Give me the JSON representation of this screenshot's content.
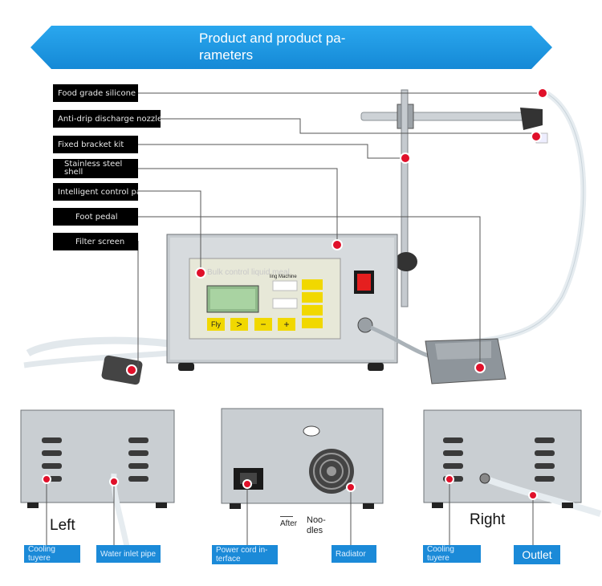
{
  "banner": {
    "title": "Product and product pa-\nrameters",
    "color": "#1b9be6"
  },
  "labels": {
    "silicone_tube": "Food grade silicone tube",
    "nozzle": "Anti-drip discharge nozzle",
    "bracket": "Fixed bracket kit",
    "shell": "Stainless steel shell",
    "control_panel": "Intelligent control panel",
    "pedal": "Foot pedal",
    "filter": "Filter screen"
  },
  "panel": {
    "title": "Bulk control liquid meal",
    "subtitle": "ling Machine",
    "btn_left": "Fly",
    "btn_next": ">",
    "btn_minus": "−",
    "btn_plus": "+"
  },
  "bottom": {
    "left_title": "Left",
    "right_title": "Right",
    "after_text": "After",
    "noodles_text": "Noo-\ndles",
    "cooling_left": "Cooling tuyere",
    "water_inlet": "Water inlet pipe",
    "power_cord": "Power cord in-\nterface",
    "radiator": "Radiator",
    "cooling_right": "Cooling tuyere",
    "outlet": "Outlet"
  },
  "colors": {
    "accent": "#1b8ad8",
    "marker": "#e0102a",
    "label_bg": "#000000"
  }
}
